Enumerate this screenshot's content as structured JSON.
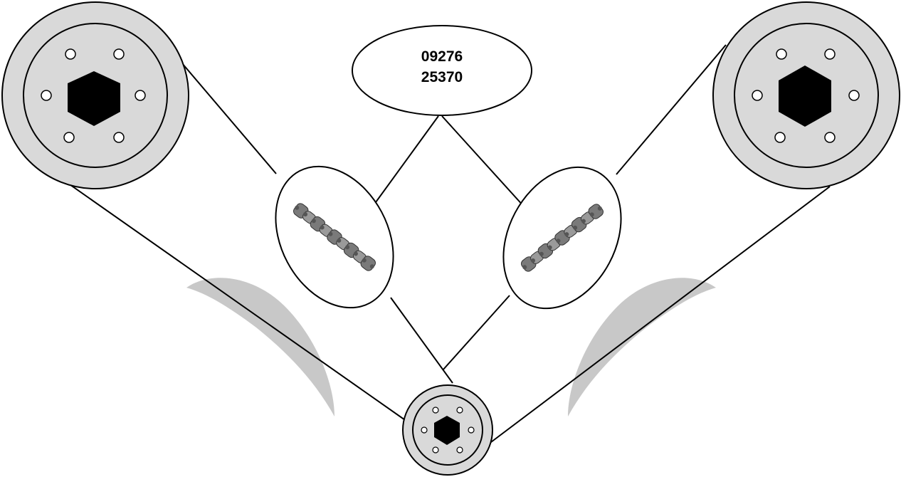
{
  "part_numbers": {
    "line1": "09276",
    "line2": "25370"
  },
  "colors": {
    "background": "#ffffff",
    "sprocket_face": "#d9d9d9",
    "hub": "#000000",
    "guide": "#c8c8c8",
    "chain_link": "#7a7a7a",
    "outline": "#000000"
  },
  "components": {
    "sprockets": [
      "upper-left-cam-sprocket",
      "upper-right-cam-sprocket",
      "crankshaft-sprocket"
    ],
    "chain_guides": [
      "left-chain-guide",
      "right-chain-guide"
    ],
    "chain_callouts": [
      "left-chain-callout",
      "right-chain-callout"
    ]
  },
  "icons": {
    "chain": "chain-icon",
    "hub": "hexagon-hub-icon",
    "bolt_hole": "bolt-hole-icon"
  }
}
